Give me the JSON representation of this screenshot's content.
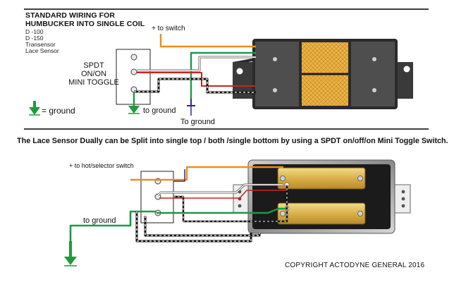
{
  "top": {
    "title_line1": "STANDARD WIRING FOR",
    "title_line2": "HUMBUCKER INTO SINGLE COIL",
    "models": [
      "D -100",
      "D -150",
      "Transensor",
      "Lace Sensor"
    ],
    "to_switch": "+ to switch",
    "spdt_lines": [
      "SPDT",
      "ON/ON",
      "MINI TOGGLE"
    ],
    "ground_legend": "= ground",
    "to_ground_1": "to ground",
    "to_ground_2": "To ground"
  },
  "middle_text": "The Lace Sensor Dually can be Split into single top / both /single bottom by using a SPDT on/off/on Mini Toggle Switch.",
  "bottom": {
    "to_hot": "+ to hot/selector switch",
    "to_ground": "to ground"
  },
  "copyright": "COPYRIGHT ACTODYNE GENERAL 2016",
  "colors": {
    "orange": "#f08c1a",
    "green": "#1a9a4a",
    "ground_green": "#1f9a3d",
    "blue": "#2a2a8a",
    "gold": "#e9b44a",
    "black": "#111111"
  }
}
